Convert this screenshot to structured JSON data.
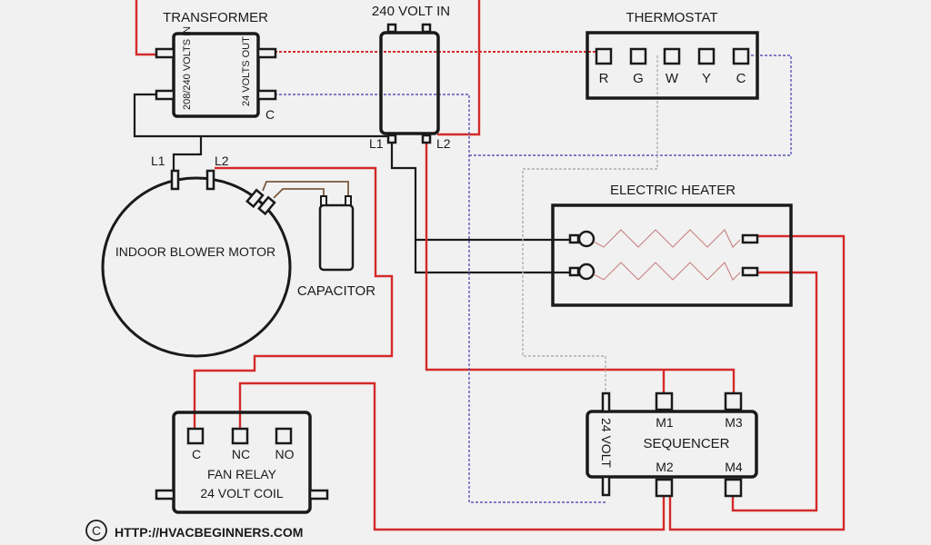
{
  "diagram": {
    "title": "HVAC Electric Heat Wiring Diagram",
    "colors": {
      "background": "#f1f1f1",
      "line_voltage_wire": "#d42a2a",
      "neutral_wire": "#1a1a1a",
      "low_voltage_r": "#d42a2a",
      "low_voltage_c": "#5a55b8",
      "low_voltage_w": "#b0b0b0",
      "capacitor_wire": "#7a5a3e",
      "heater_coil": "#c98080"
    },
    "components": {
      "transformer": {
        "label": "TRANSFORMER",
        "primary_label": "208/240 VOLTS IN",
        "secondary_label": "24 VOLTS OUT",
        "common_label": "C"
      },
      "power_in": {
        "label": "240 VOLT IN",
        "l1": "L1",
        "l2": "L2"
      },
      "thermostat": {
        "label": "THERMOSTAT",
        "terminals": [
          "R",
          "G",
          "W",
          "Y",
          "C"
        ]
      },
      "blower_motor": {
        "label": "INDOOR BLOWER MOTOR",
        "l1": "L1",
        "l2": "L2"
      },
      "capacitor": {
        "label": "CAPACITOR"
      },
      "electric_heater": {
        "label": "ELECTRIC HEATER"
      },
      "sequencer": {
        "label": "SEQUENCER",
        "coil_label": "24 VOLT",
        "terminals": [
          "M1",
          "M3",
          "M2",
          "M4"
        ]
      },
      "fan_relay": {
        "label_line1": "FAN RELAY",
        "label_line2": "24 VOLT COIL",
        "terminals": [
          "C",
          "NC",
          "NO"
        ]
      }
    },
    "footer": {
      "copyright_symbol": "©",
      "url": "HTTP://HVACBEGINNERS.COM"
    }
  }
}
